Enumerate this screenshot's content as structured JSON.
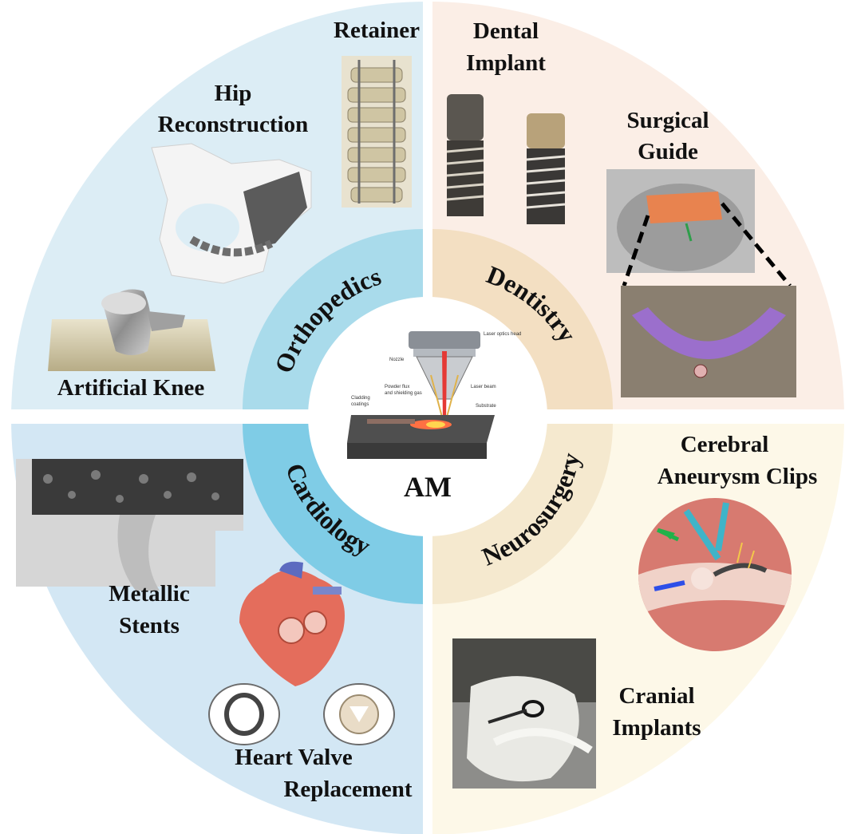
{
  "center": {
    "label": "AM",
    "schematic_labels": {
      "laser_optics_head": "Laser optics head",
      "nozzle": "Nozzle",
      "powder_flux": "Powder flux",
      "shielding_gas": "and shielding gas",
      "laser_beam": "Laser beam",
      "cladding": "Cladding",
      "coatings": "coatings",
      "substrate": "Substrate"
    }
  },
  "sectors": {
    "orthopedics": {
      "name": "Orthopedics",
      "color": "#dcedf5",
      "ring_color": "#a9dbeb",
      "items": {
        "retainer": "Retainer",
        "hip_1": "Hip",
        "hip_2": "Reconstruction",
        "knee": "Artificial Knee"
      }
    },
    "dentistry": {
      "name": "Dentistry",
      "color": "#fbeee6",
      "ring_color": "#f3dfc2",
      "items": {
        "implant_1": "Dental",
        "implant_2": "Implant",
        "guide_1": "Surgical",
        "guide_2": "Guide"
      }
    },
    "cardiology": {
      "name": "Cardiology",
      "color": "#d3e7f4",
      "ring_color": "#7fcce6",
      "items": {
        "stents_1": "Metallic",
        "stents_2": "Stents",
        "valve_1": "Heart Valve",
        "valve_2": "Replacement"
      }
    },
    "neurosurgery": {
      "name": "Neurosurgery",
      "color": "#fdf8e8",
      "ring_color": "#f5e9cf",
      "items": {
        "clips_1": "Cerebral",
        "clips_2": "Aneurysm Clips",
        "cranial_1": "Cranial",
        "cranial_2": "Implants"
      }
    }
  }
}
